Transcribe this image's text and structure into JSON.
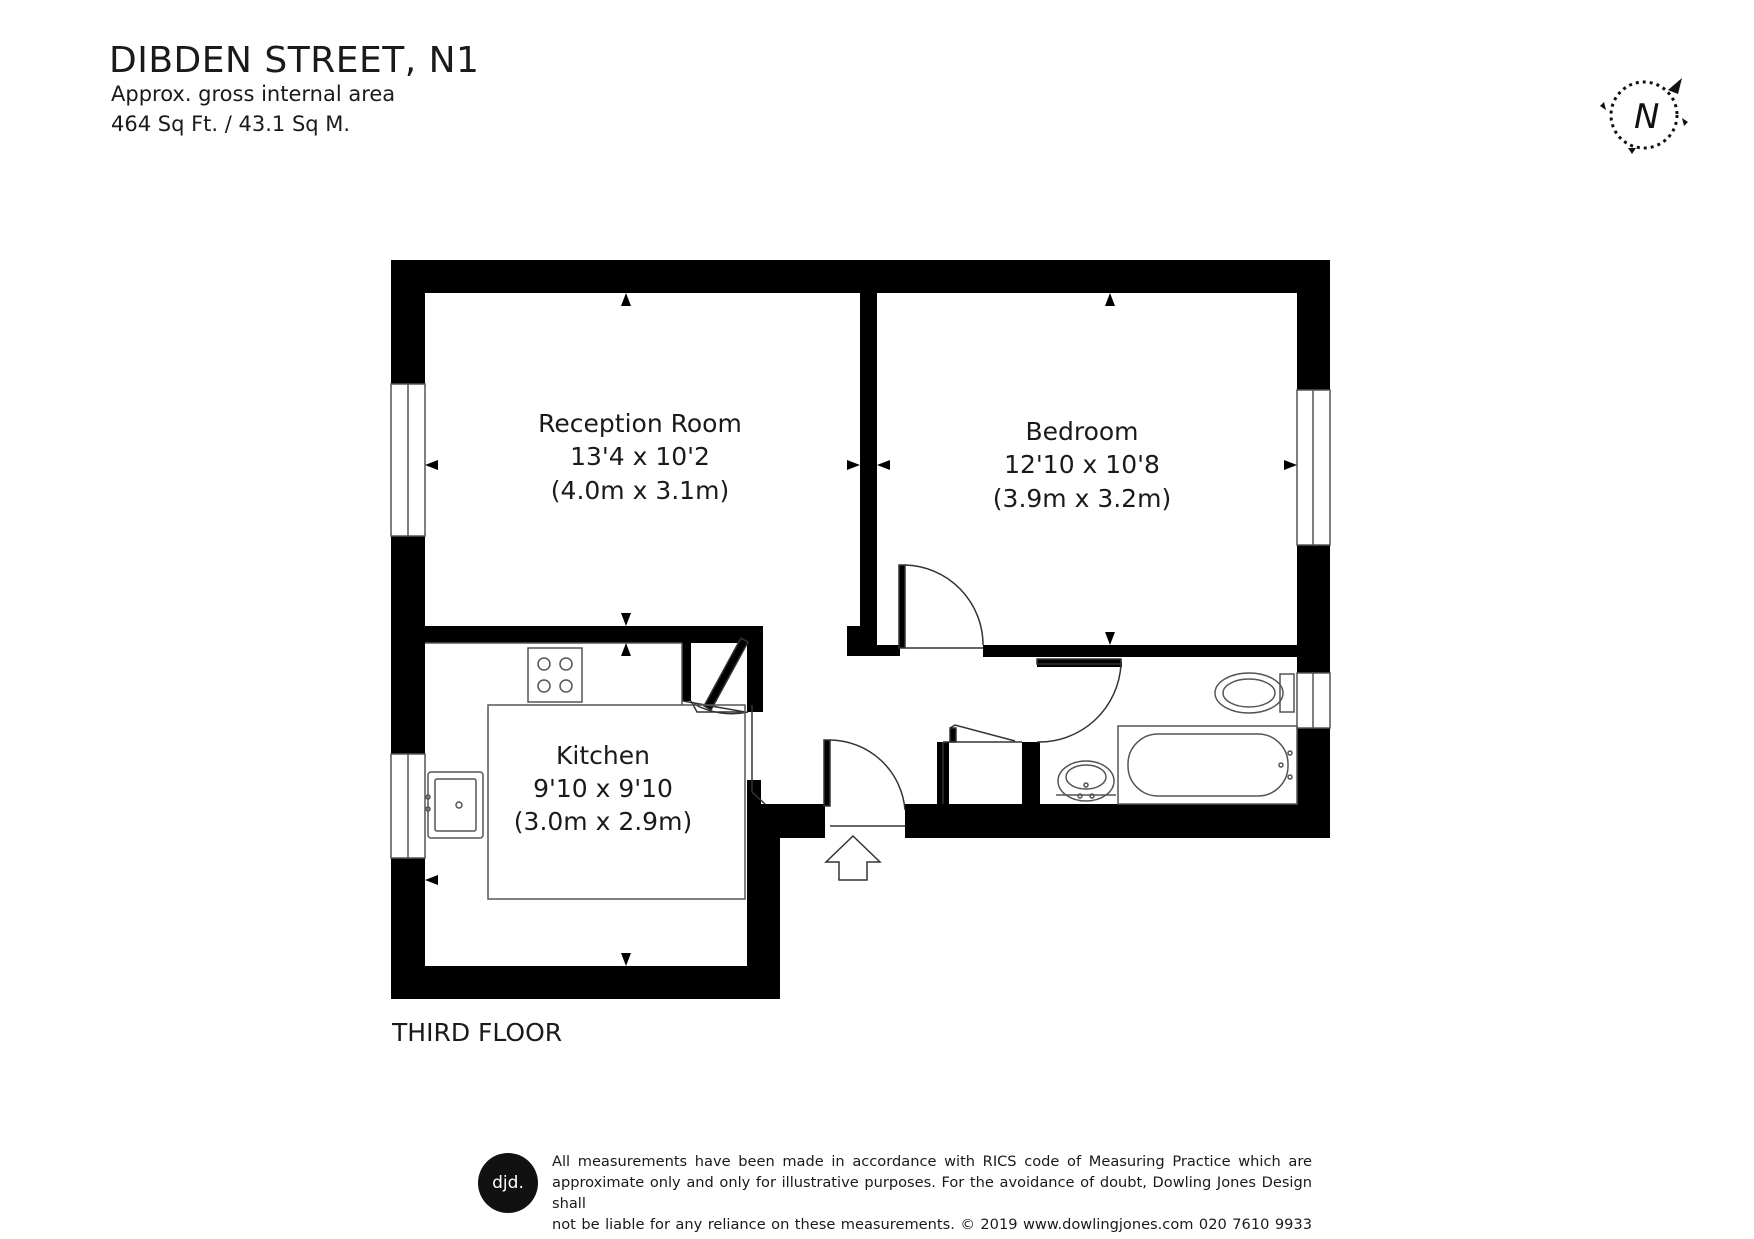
{
  "header": {
    "title": "DIBDEN STREET, N1",
    "area_label": "Approx. gross internal area",
    "area_value": "464 Sq Ft. / 43.1 Sq M."
  },
  "compass": {
    "label": "N"
  },
  "rooms": {
    "reception": {
      "name": "Reception Room",
      "imperial": "13'4 x 10'2",
      "metric": "(4.0m x 3.1m)"
    },
    "bedroom": {
      "name": "Bedroom",
      "imperial": "12'10 x 10'8",
      "metric": "(3.9m x 3.2m)"
    },
    "kitchen": {
      "name": "Kitchen",
      "imperial": "9'10 x 9'10",
      "metric": "(3.0m x 2.9m)"
    }
  },
  "floor": {
    "label": "THIRD FLOOR"
  },
  "footer": {
    "logo": "djd.",
    "disclaimer_lines": [
      "All measurements have been made in accordance with RICS code of Measuring Practice which are",
      "approximate only and only for illustrative purposes. For the avoidance of doubt, Dowling Jones Design shall",
      "not be liable for any reliance on these measurements. © 2019 www.dowlingjones.com 020 7610 9933"
    ]
  }
}
